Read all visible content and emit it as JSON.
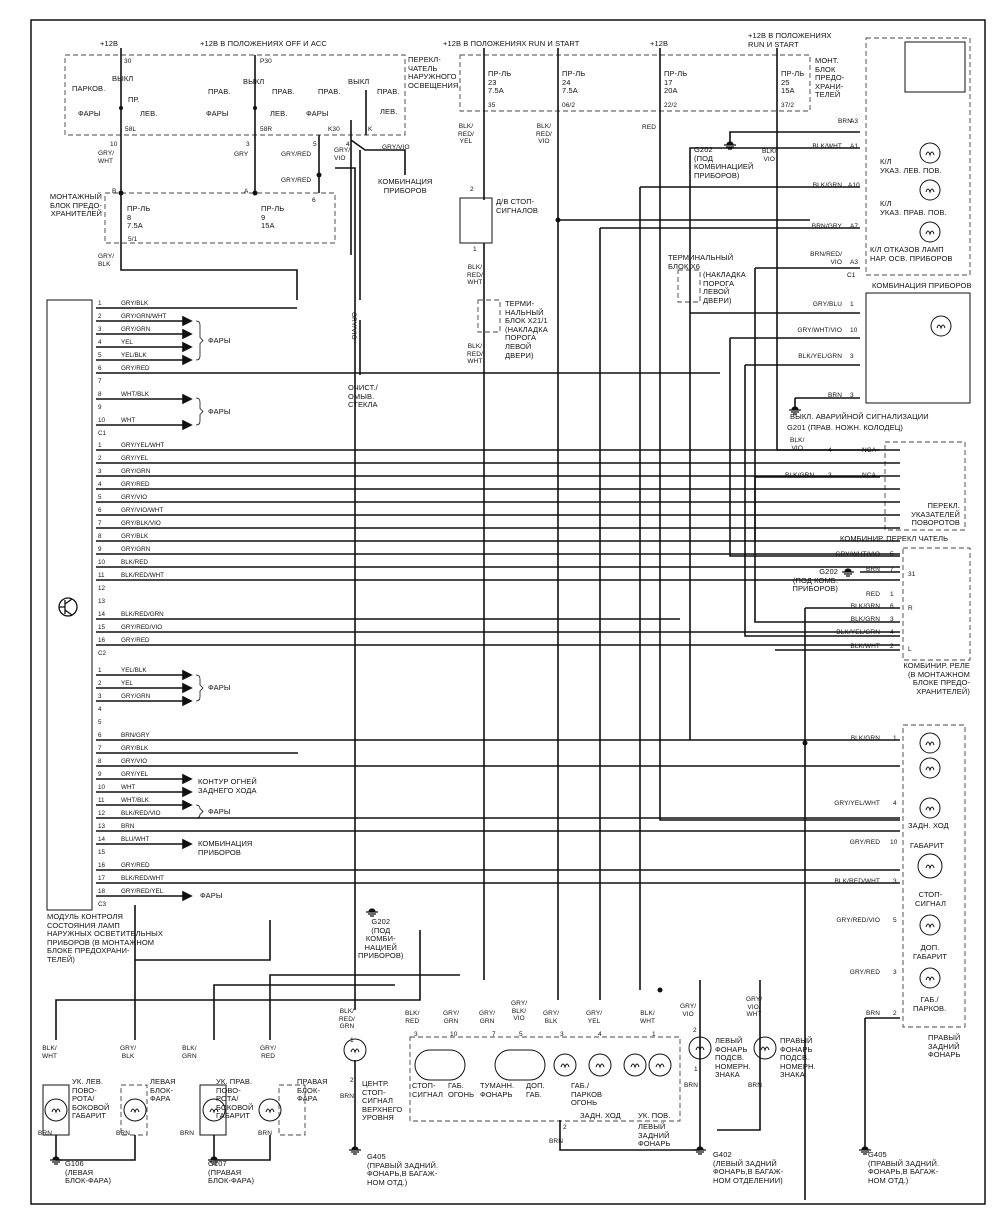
{
  "supplies": {
    "plus12_left": "+12В",
    "off_acc": "+12В В ПОЛОЖЕНИЯХ OFF И ACC",
    "run_start_left": "+12В В ПОЛОЖЕНИЯХ RUN И START",
    "plus12_mid": "+12В",
    "run_start_right": "+12В В ПОЛОЖЕНИЯХ\nRUN И START"
  },
  "light_switch": {
    "label": "ПЕРЕКЛ-\nЧАТЕЛЬ\nНАРУЖНОГО\nОСВЕЩЕНИЯ",
    "t30": "30",
    "p30": "P30",
    "parkov": "ПАРКОВ.",
    "fary1": "ФАРЫ",
    "vykl1": "ВЫКЛ",
    "pr": "ПР.",
    "lev1": "ЛЕВ.",
    "prav2": "ПРАВ.",
    "vykl2": "ВЫКЛ",
    "fary2": "ФАРЫ",
    "prav2b": "ПРАВ.",
    "lev2": "ЛЕВ.",
    "prav3": "ПРАВ.",
    "vykl3": "ВЫКЛ",
    "fary3": "ФАРЫ",
    "prav3b": "ПРАВ.",
    "lev3": "ЛЕВ.",
    "t58l": "58L",
    "t58r": "58R",
    "k30": "K30",
    "k": "K",
    "pin10": "10",
    "w10": "GRY/\nWHT",
    "pin3": "3",
    "w3": "GRY",
    "pin5": "5",
    "w5": "GRY/RED",
    "pin4": "4",
    "w4": "GRY/\nVIO",
    "w_out": "GRY/VIO",
    "to_cluster": "КОМБИНАЦИЯ\nПРИБОРОВ",
    "w_gryred": "GRY/RED",
    "pin6": "6"
  },
  "fuse_block_left": {
    "label": "МОНТАЖНЫЙ\nБЛОК ПРЕДО-\nХРАНИТЕЛЕЙ",
    "b": "B",
    "a": "A",
    "fuse8": "ПР-Ль\n8\n7.5A",
    "fuse9": "ПР-Ль\n9\n15A",
    "pin51": "5/1",
    "w_out": "GRY/\nBLK"
  },
  "fuse_block_right": {
    "label": "МОНТ.\nБЛОК\nПРЕДО-\nХРАНИ-\nТЕЛЕЙ",
    "fuses": [
      {
        "text": "ПР-Ль\n23\n7.5A",
        "pin": "35",
        "wire": "BLK/\nRED/\nYEL"
      },
      {
        "text": "ПР-Ль\n24\n7.5A",
        "pin": "06/2",
        "wire": "BLK/\nRED/\nVIO"
      },
      {
        "text": "ПР-Ль\n17\n20A",
        "pin": "22/2",
        "wire": "RED"
      },
      {
        "text": "ПР-Ль\n25\n15A",
        "pin": "37/2",
        "wire": "BLK/\nVIO"
      }
    ]
  },
  "brake_switch": {
    "label": "Д/В СТОП-\nСИГНАЛОВ",
    "pin2": "2",
    "pin1": "1",
    "wire_out": "BLK/\nRED/\nWHT",
    "wire_out2": "BLK/\nRED/\nWHT"
  },
  "terminal_x21": {
    "label": "ТЕРМИ-\nНАЛЬНЫЙ\nБЛОК X21/1\n(НАКЛАДКА\nПОРОГА\nЛЕВОЙ\nДВЕРИ)"
  },
  "terminal_x6": {
    "label": "ТЕРМИНАЛЬНЫЙ\nБЛОК X6",
    "sub": "(НАКЛАДКА\nПОРОГА\nЛЕВОЙ\nДВЕРИ)"
  },
  "g202_top": {
    "label": "G202\n(ПОД\nКОМБИНАЦИЕЙ\nПРИБОРОВ)"
  },
  "cluster": {
    "label": "КОМБИНАЦИЯ ПРИБОРОВ",
    "connector": "C1",
    "pins": [
      {
        "wire": "BRN",
        "pin": "A3"
      },
      {
        "wire": "BLK/WHT",
        "pin": "A1"
      },
      {
        "wire": "BLK/GRN",
        "pin": "A10"
      },
      {
        "wire": "BRN/GRY",
        "pin": "A7"
      },
      {
        "wire": "BRN/RED/\nVIO",
        "pin": "A3"
      }
    ],
    "lamp_left": "К/Л\nУКАЗ. ЛЕВ. ПОВ.",
    "lamp_right": "К/Л\nУКАЗ. ПРАВ. ПОВ.",
    "lamp_fail": "К/Л ОТКАЗОВ ЛАМП\nНАР. ОСВ. ПРИБОРОВ"
  },
  "hazard": {
    "header": "КОМБИНАЦИЯ ПРИБОРОВ",
    "pins": [
      {
        "wire": "GRY/BLU",
        "pin": "1"
      },
      {
        "wire": "GRY/WHT/VIO",
        "pin": "10"
      },
      {
        "wire": "BLK/YEL/GRN",
        "pin": "3"
      },
      {
        "wire": "BRN",
        "pin": "3"
      }
    ],
    "label": "ВЫКЛ. АВАРИЙНОЙ СИГНАЛИЗАЦИИ",
    "ground": "G201 (ПРАВ. НОЖН. КОЛОДЕЦ)"
  },
  "combo_switch": {
    "w1": "BLK/\nVIO",
    "p1": "4",
    "nca1": "NCA",
    "w2": "BLK/GRN",
    "p2": "3",
    "nca2": "NCA",
    "turn_label": "ПЕРЕКЛ.\nУКАЗАТЕЛЕЙ\nПОВОРОТОВ",
    "label": "КОМБИНИР. ПЕРЕКЛ  ЧАТЕЛЬ"
  },
  "relay": {
    "pins": [
      {
        "wire": "GRY/WHT/VIO",
        "pin": "5"
      },
      {
        "wire": "BRN",
        "pin": "7"
      },
      {
        "wire": "RED",
        "pin": "1"
      },
      {
        "wire": "BLK/GRN",
        "pin": "6"
      },
      {
        "wire": "BLK/GRN",
        "pin": "3"
      },
      {
        "wire": "BLK/YEL/GRN",
        "pin": "4"
      },
      {
        "wire": "BLK/WHT",
        "pin": "2"
      }
    ],
    "t31": "31",
    "tr": "R",
    "tl": "L",
    "ground": "G202\n(ПОД КОМБ.\nПРИБОРОВ)",
    "label": "КОМБИНИР. РЕЛЕ\n(В МОНТАЖНОМ\nБЛОКЕ ПРЕДО-\nХРАНИТЕЛЕЙ)"
  },
  "right_rear": {
    "pins": [
      {
        "wire": "BLK/GRN",
        "pin": "1"
      },
      {
        "wire": "GRY/YEL/WHT",
        "pin": "4"
      },
      {
        "wire": "GRY/RED",
        "pin": "10"
      },
      {
        "wire": "BLK/RED/WHT",
        "pin": "3"
      },
      {
        "wire": "GRY/RED/VIO",
        "pin": "5"
      },
      {
        "wire": "GRY/RED",
        "pin": "3"
      },
      {
        "wire": "BRN",
        "pin": "2"
      }
    ],
    "reverse": "ЗАДН. ХОД",
    "gabarit": "ГАБАРИТ",
    "stop": "СТОП-\nСИГНАЛ",
    "dop": "ДОП.\nГАБАРИТ",
    "park": "ГАБ./\nПАРКОВ.",
    "label": "ПРАВЫЙ\nЗАДНИЙ\nФОНАРЬ",
    "ground": "G405\n(ПРАВЫЙ ЗАДНИЙ.\nФОНАРЬ,В БАГАЖ-\nНОМ ОТД.)"
  },
  "plate_lamps": {
    "left_wire": "GRY/\nVIO",
    "left_label": "ЛЕВЫЙ\nФОНАРЬ\nПОДСВ.\nНОМЕРН.\nЗНАКА",
    "right_wire": "GRY/\nVIO/\nWHT",
    "right_label": "ПРАВЫЙ\nФОНАРЬ\nПОДСВ.\nНОМЕРН.\nЗНАКА",
    "pin2": "2",
    "pin1": "1",
    "brn": "BRN",
    "ground": "G402\n(ЛЕВЫЙ ЗАДНИЙ\nФОНАРЬ,В БАГАЖ-\nНОМ ОТДЕЛЕНИИ)"
  },
  "left_rear": {
    "pins": [
      {
        "wire": "BLK/\nRED",
        "pin": "3"
      },
      {
        "wire": "GRY/\nGRN",
        "pin": "10"
      },
      {
        "wire": "GRY/\nGRN",
        "pin": "7"
      },
      {
        "wire": "GRY/\nBLK/\nVIO",
        "pin": "5"
      },
      {
        "wire": "GRY/\nBLK",
        "pin": "3"
      },
      {
        "wire": "GRY/\nYEL",
        "pin": "4"
      },
      {
        "wire": "BLK/\nWHT",
        "pin": "1"
      }
    ],
    "stop": "СТОП-\nСИГНАЛ",
    "gab": "ГАБ.\nОГОНЬ",
    "fog": "ТУМАНН.\nФОНАРЬ",
    "dop": "ДОП.\nГАБ.",
    "park": "ГАБ./\nПАРКОВ\nОГОНЬ",
    "reverse": "ЗАДН. ХОД",
    "turn": "УК. ПОВ.",
    "label": "ЛЕВЫЙ\nЗАДНИЙ\nФОНАРЬ",
    "pin2": "2",
    "brn": "BRN"
  },
  "center_stop": {
    "wire": "BLK/\nRED/\nGRN",
    "pin1": "1",
    "pin2": "2",
    "brn": "BRN",
    "label": "ЦЕНТР.\nСТОП-\nСИГНАЛ\nВЕРХНЕГО\nУРОВНЯ",
    "ground": "G405\n(ПРАВЫЙ ЗАДНИЙ.\nФОНАРЬ,В БАГАЖ-\nНОМ ОТД.)"
  },
  "g202_mid": {
    "label": "G202\n(ПОД\nКОМБИ-\nНАЦИЕЙ\nПРИБОРОВ)"
  },
  "washer": {
    "wire": "GRY/VIO",
    "label": "ОЧИСТ./\nОМЫВ.\nСТЕКЛА"
  },
  "headlamps": {
    "lt_wire": "BLK/\nWHT",
    "lt_label": "УК. ЛЕВ.\nПОВО-\nРОТА/\nБОКОВОЙ\nГАБАРИТ",
    "lh_wire": "GRY/\nBLK",
    "lh_label": "ЛЕВАЯ\nБЛОК-\nФАРА",
    "rt_wire": "BLK/\nGRN",
    "rt_label": "УК. ПРАВ.\nПОВО-\nРОТА/\nБОКОВОЙ\nГАБАРИТ",
    "rh_wire": "GRY/\nRED",
    "rh_label": "ПРАВАЯ\nБЛОК-\nФАРА",
    "brn": "BRN",
    "g106": "G106\n(ЛЕВАЯ\nБЛОК-ФАРА)",
    "g107": "G107\n(ПРАВАЯ\nБЛОК-ФАРА)"
  },
  "module": {
    "label": "МОДУЛЬ КОНТРОЛЯ\nСОСТОЯНИЯ ЛАМП\nНАРУЖНЫХ ОСВЕТИТЕЛЬНЫХ\nПРИБОРОВ (В МОНТАЖНОМ\nБЛОКЕ ПРЕДОХРАНИ-\nТЕЛЕЙ)",
    "icon": "transistor-icon",
    "connectors": [
      {
        "name": "C1",
        "pins": [
          {
            "n": "1",
            "wire": "GRY/BLK"
          },
          {
            "n": "2",
            "wire": "GRY/GRN/WHT",
            "arrow": true
          },
          {
            "n": "3",
            "wire": "GRY/GRN",
            "arrow": true
          },
          {
            "n": "4",
            "wire": "YEL",
            "arrow": true
          },
          {
            "n": "5",
            "wire": "YEL/BLK",
            "arrow": true
          },
          {
            "n": "6",
            "wire": "GRY/RED"
          },
          {
            "n": "7",
            "wire": ""
          },
          {
            "n": "8",
            "wire": "WHT/BLK",
            "arrow": true
          },
          {
            "n": "9",
            "wire": ""
          },
          {
            "n": "10",
            "wire": "WHT",
            "arrow": true
          }
        ]
      },
      {
        "name": "C2",
        "pins": [
          {
            "n": "1",
            "wire": "GRY/YEL/WHT"
          },
          {
            "n": "2",
            "wire": "GRY/YEL"
          },
          {
            "n": "3",
            "wire": "GRY/GRN"
          },
          {
            "n": "4",
            "wire": "GRY/RED"
          },
          {
            "n": "5",
            "wire": "GRY/VIO"
          },
          {
            "n": "6",
            "wire": "GRY/VIO/WHT"
          },
          {
            "n": "7",
            "wire": "GRY/BLK/VIO"
          },
          {
            "n": "8",
            "wire": "GRY/BLK"
          },
          {
            "n": "9",
            "wire": "GRY/GRN"
          },
          {
            "n": "10",
            "wire": "BLK/RED"
          },
          {
            "n": "11",
            "wire": "BLK/RED/WHT"
          },
          {
            "n": "12",
            "wire": ""
          },
          {
            "n": "13",
            "wire": ""
          },
          {
            "n": "14",
            "wire": "BLK/RED/GRN"
          },
          {
            "n": "15",
            "wire": "GRY/RED/VIO"
          },
          {
            "n": "16",
            "wire": "GRY/RED"
          }
        ]
      },
      {
        "name": "C3",
        "pins": [
          {
            "n": "1",
            "wire": "YEL/BLK",
            "arrow": true
          },
          {
            "n": "2",
            "wire": "YEL",
            "arrow": true
          },
          {
            "n": "3",
            "wire": "GRY/GRN",
            "arrow": true
          },
          {
            "n": "4",
            "wire": ""
          },
          {
            "n": "5",
            "wire": ""
          },
          {
            "n": "6",
            "wire": "BRN/GRY"
          },
          {
            "n": "7",
            "wire": "GRY/BLK"
          },
          {
            "n": "8",
            "wire": "GRY/VIO"
          },
          {
            "n": "9",
            "wire": "GRY/YEL",
            "arrow": true
          },
          {
            "n": "10",
            "wire": "WHT",
            "arrow": true
          },
          {
            "n": "11",
            "wire": "WHT/BLK",
            "arrow": true
          },
          {
            "n": "12",
            "wire": "BLK/RED/VIO"
          },
          {
            "n": "13",
            "wire": "BRN"
          },
          {
            "n": "14",
            "wire": "BLU/WHT",
            "arrow": true
          },
          {
            "n": "15",
            "wire": ""
          },
          {
            "n": "16",
            "wire": "GRY/RED"
          },
          {
            "n": "17",
            "wire": "BLK/RED/WHT"
          },
          {
            "n": "18",
            "wire": "GRY/RED/YEL",
            "arrow": true
          }
        ]
      }
    ],
    "group_labels": {
      "fary": "ФАРЫ",
      "reverse": "КОНТУР ОГНЕЙ\nЗАДНЕГО ХОДА",
      "cluster": "КОМБИНАЦИЯ\nПРИБОРОВ"
    }
  }
}
